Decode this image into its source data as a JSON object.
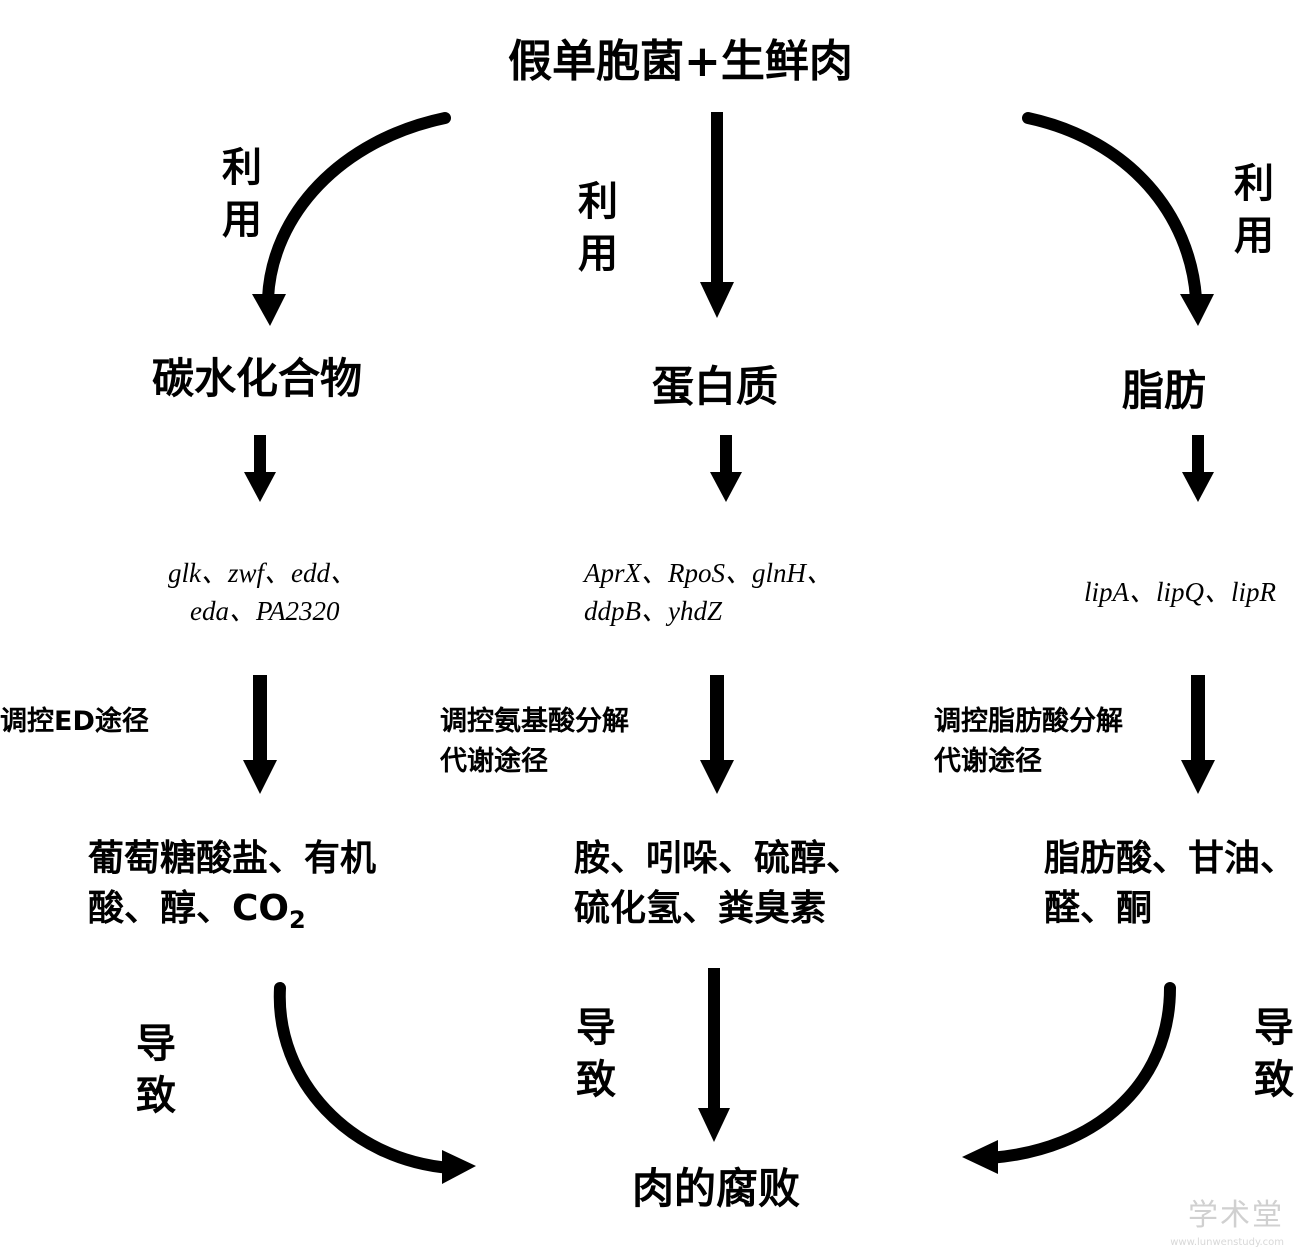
{
  "title": "假单胞菌+生鲜肉",
  "utilize": {
    "left": [
      "利",
      "用"
    ],
    "center": [
      "利",
      "用"
    ],
    "right": [
      "利",
      "用"
    ]
  },
  "nodes": {
    "carbohydrate": "碳水化合物",
    "protein": "蛋白质",
    "fat": "脂肪"
  },
  "genes": {
    "carbohydrate": [
      "glk",
      "zwf",
      "edd",
      "eda",
      "PA2320"
    ],
    "protein": [
      "AprX",
      "RpoS",
      "glnH",
      "ddpB",
      "yhdZ"
    ],
    "fat": [
      "lipA",
      "lipQ",
      "lipR"
    ],
    "separator": "、"
  },
  "regulation": {
    "carbohydrate": "调控ED途径",
    "protein": "调控氨基酸分解代谢途径",
    "fat": "调控脂肪酸分解代谢途径"
  },
  "products": {
    "carbohydrate": "葡萄糖酸盐、有机酸、醇、CO",
    "carbohydrate_subscript": "2",
    "protein": "胺、吲哚、硫醇、硫化氢、粪臭素",
    "fat": "脂肪酸、甘油、醛、酮"
  },
  "lead_to": {
    "left": [
      "导",
      "致"
    ],
    "center": [
      "导",
      "致"
    ],
    "right": [
      "导",
      "致"
    ]
  },
  "result": "肉的腐败",
  "watermark": {
    "name": "学术堂",
    "url": "www.lunwenstudy.com"
  },
  "colors": {
    "ink": "#000000",
    "watermark": "#d0d0d0"
  }
}
